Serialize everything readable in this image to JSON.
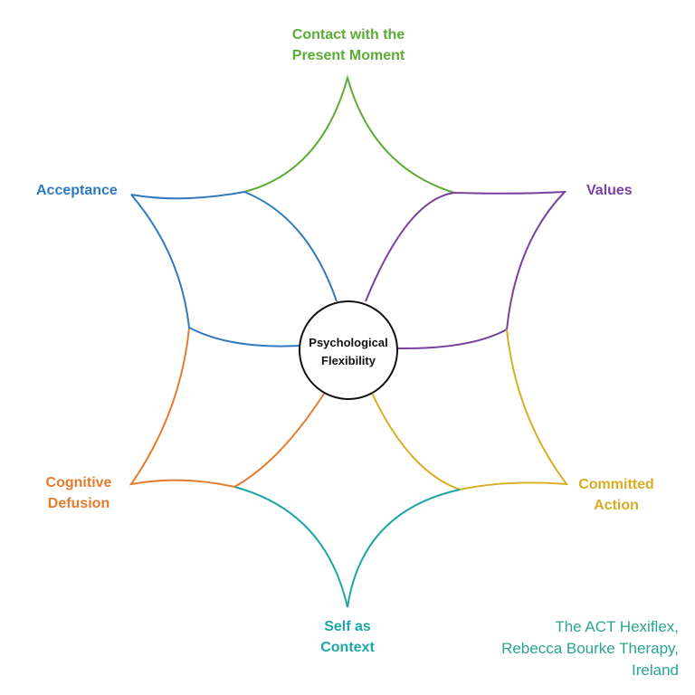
{
  "colors": {
    "present": "#5aac34",
    "values": "#7b3fa0",
    "committed": "#d8ad22",
    "self": "#1ea5a5",
    "defusion": "#e57b2c",
    "acceptance": "#2f79bf",
    "center_stroke": "#111111",
    "credit": "#2aa58d"
  },
  "center": {
    "lines": [
      "Psychological",
      "Flexibility"
    ]
  },
  "nodes": {
    "present": {
      "lines": [
        "Contact with the",
        "Present Moment"
      ]
    },
    "values": {
      "lines": [
        "Values"
      ]
    },
    "committed": {
      "lines": [
        "Committed",
        "Action"
      ]
    },
    "self": {
      "lines": [
        "Self as",
        "Context"
      ]
    },
    "defusion": {
      "lines": [
        "Cognitive",
        "Defusion"
      ]
    },
    "acceptance": {
      "lines": [
        "Acceptance"
      ]
    }
  },
  "credit": {
    "lines": [
      "The ACT Hexiflex,",
      "Rebecca Bourke Therapy,",
      "Ireland"
    ]
  }
}
